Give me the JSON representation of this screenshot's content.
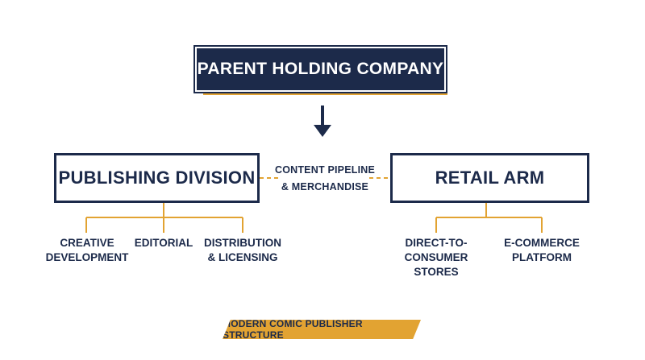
{
  "parent": {
    "label": "PARENT HOLDING COMPANY"
  },
  "divisions": {
    "publishing": {
      "label": "PUBLISHING DIVISION"
    },
    "retail": {
      "label": "RETAIL ARM"
    }
  },
  "link": {
    "line1": "CONTENT PIPELINE",
    "line2": "& MERCHANDISE"
  },
  "publishing_units": [
    {
      "label": "CREATIVE\nDEVELOPMENT"
    },
    {
      "label": "EDITORIAL"
    },
    {
      "label": "DISTRIBUTION\n& LICENSING"
    }
  ],
  "retail_units": [
    {
      "label": "DIRECT-TO-\nCONSUMER STORES"
    },
    {
      "label": "E-COMMERCE\nPLATFORM"
    }
  ],
  "footer": {
    "label": "MODERN COMIC PUBLISHER STRUCTURE"
  },
  "colors": {
    "navy": "#1c2a4a",
    "gold": "#e2a332",
    "background": "#ffffff"
  }
}
